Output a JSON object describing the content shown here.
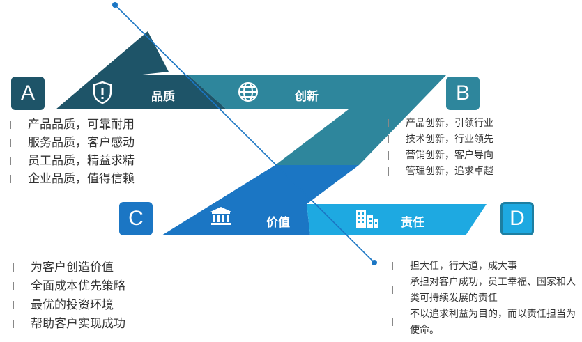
{
  "colors": {
    "dark": "#1e5468",
    "teal": "#2e869c",
    "blue": "#1b76c4",
    "light": "#1ea9e1",
    "tealBadge": "#2e869c"
  },
  "badges": {
    "a": "A",
    "b": "B",
    "c": "C",
    "d": "D"
  },
  "bands": {
    "quality": "品质",
    "innovation": "创新",
    "value": "价值",
    "responsibility": "责任"
  },
  "icons": {
    "quality": "shield-icon",
    "innovation": "globe-icon",
    "value": "bank-icon",
    "responsibility": "buildings-icon"
  },
  "lists": {
    "a": [
      "产品品质，可靠耐用",
      "服务品质，客户感动",
      "员工品质，精益求精",
      "企业品质，值得信赖"
    ],
    "b": [
      "产品创新，引领行业",
      "技术创新，行业领先",
      "营销创新，客户导向",
      "管理创新，追求卓越"
    ],
    "c": [
      "为客户创造价值",
      "全面成本优先策略",
      "最优的投资环境",
      "帮助客户实现成功"
    ],
    "d": [
      "担大任，行大道，成大事",
      "承担对客户成功，员工幸福、国家和人类可持续发展的责任",
      "不以追求利益为目的，而以责任担当为使命。"
    ]
  }
}
